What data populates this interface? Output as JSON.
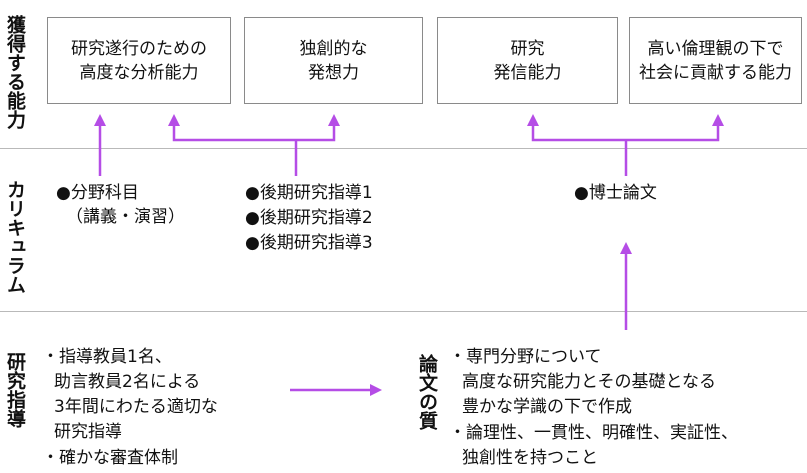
{
  "colors": {
    "accent": "#b54de6",
    "rule": "#b9b9b9",
    "box_border": "#8a8a8a"
  },
  "rows": {
    "abilities": "獲得する能力",
    "curriculum": "カリキュラム",
    "supervision": "研究指導"
  },
  "abilities": [
    {
      "line1": "研究遂行のための",
      "line2": "高度な分析能力"
    },
    {
      "line1": "独創的な",
      "line2": "発想力"
    },
    {
      "line1": "研究",
      "line2": "発信能力"
    },
    {
      "line1": "高い倫理観の下で",
      "line2": "社会に貢献する能力"
    }
  ],
  "curriculum": {
    "subjects": {
      "line1": "●分野科目",
      "line2": "（講義・演習）"
    },
    "guidance": [
      "●後期研究指導1",
      "●後期研究指導2",
      "●後期研究指導3"
    ],
    "thesis": "●博士論文"
  },
  "supervision": {
    "items": [
      "・指導教員1名、",
      "助言教員2名による",
      "3年間にわたる適切な",
      "研究指導",
      "・確かな審査体制"
    ]
  },
  "thesis_quality": {
    "label": "論文の質",
    "items": [
      "・専門分野について",
      "高度な研究能力とその基礎となる",
      "豊かな学識の下で作成",
      "・論理性、一貫性、明確性、実証性、",
      "独創性を持つこと"
    ]
  }
}
